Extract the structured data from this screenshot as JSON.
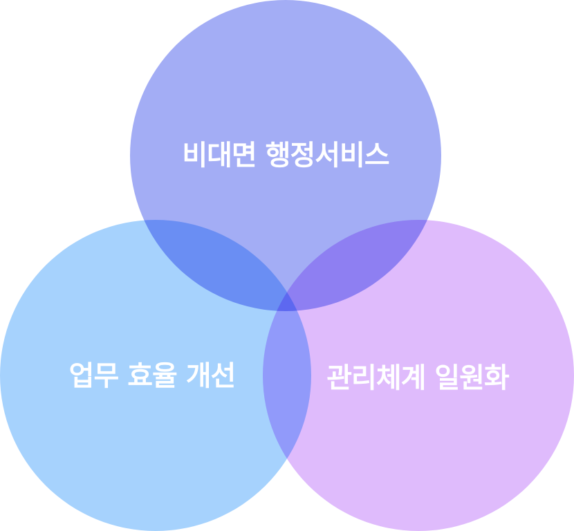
{
  "diagram": {
    "type": "venn",
    "sets": [
      {
        "id": "top",
        "label": "비대면 행정서비스",
        "color": "#a3adf5"
      },
      {
        "id": "left",
        "label": "업무 효율 개선",
        "color": "#a6d2fd"
      },
      {
        "id": "right",
        "label": "관리체계 일원화",
        "color": "#dfbbfc"
      }
    ]
  }
}
